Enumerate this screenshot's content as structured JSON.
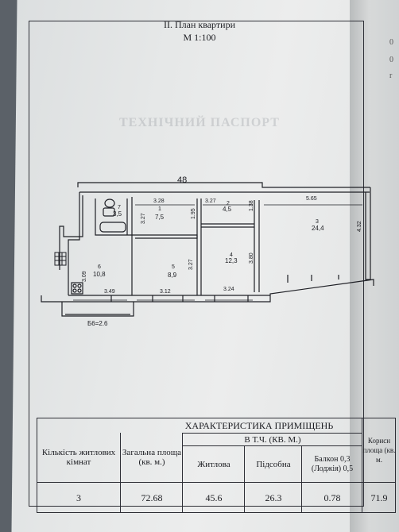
{
  "header": {
    "title": "II. План квартири",
    "scale": "М 1:100"
  },
  "plan": {
    "house_number": "48",
    "rooms": [
      {
        "num": "7",
        "area": "3,5"
      },
      {
        "num": "1",
        "area": "7,5"
      },
      {
        "num": "2",
        "area": "4,5"
      },
      {
        "num": "3",
        "area": "24,4"
      },
      {
        "num": "6",
        "area": "10,8"
      },
      {
        "num": "5",
        "area": "8,9"
      },
      {
        "num": "4",
        "area": "12,3"
      }
    ],
    "dimensions": [
      "3.28",
      "3.27",
      "5.65",
      "1.95",
      "1.38",
      "4.32",
      "3.27",
      "3.09",
      "3.27",
      "3.80",
      "3.49",
      "3.12",
      "3.24"
    ],
    "balcony_label": "Б6=2.6"
  },
  "table": {
    "title": "ХАРАКТЕРИСТИКА ПРИМІЩЕНЬ",
    "subheader": "В Т.Ч. (КВ. М.)",
    "col_rooms": "Кількість житлових кімнат",
    "col_total": "Загальна площа (кв. м.)",
    "col_living": "Житлова",
    "col_aux": "Підсобна",
    "col_balcony": "Балкон 0,3 (Лоджія) 0,5",
    "col_useful": "Корисн площа (кв. м.",
    "values": {
      "rooms": "3",
      "total": "72.68",
      "living": "45.6",
      "aux": "26.3",
      "balcony": "0.78",
      "useful": "71.9"
    }
  },
  "ghost_text": "ТЕХНІЧНИЙ ПАСПОРТ"
}
